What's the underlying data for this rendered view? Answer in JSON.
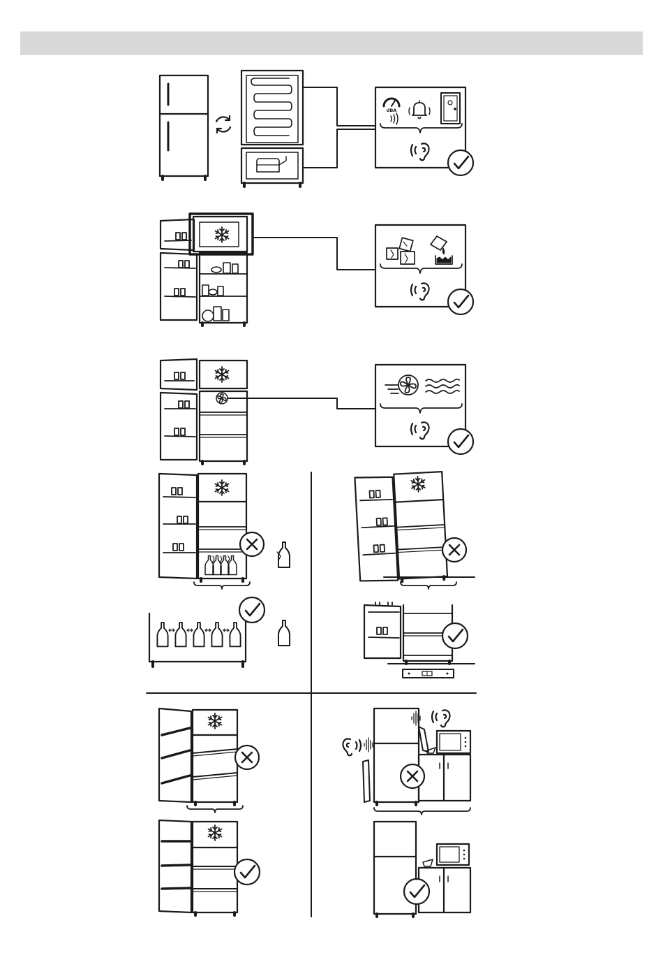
{
  "header": {
    "title": "",
    "bar_color": "#d9d9d9"
  },
  "colors": {
    "ink": "#1a1a1a",
    "paper": "#ffffff"
  },
  "panels": [
    {
      "id": "noise-compressor-panel",
      "icons": [
        "refrigerator-icon",
        "refresh-cycle-icon",
        "cooling-coil-icon",
        "compressor-icon",
        "sound-level-gauge-icon",
        "alarm-bell-icon",
        "appliance-door-icon",
        "ear-icon",
        "check-icon"
      ],
      "gauge_label": "dBA",
      "verdict": "ok"
    },
    {
      "id": "noise-ice-panel",
      "icons": [
        "refrigerator-open-icon",
        "snowflake-icon",
        "ice-cubes-cracking-icon",
        "water-pouring-icon",
        "ear-icon",
        "check-icon"
      ],
      "verdict": "ok"
    },
    {
      "id": "noise-fan-panel",
      "icons": [
        "refrigerator-open-icon",
        "snowflake-icon",
        "fan-icon",
        "airflow-wave-icon",
        "ear-icon",
        "check-icon"
      ],
      "verdict": "ok"
    },
    {
      "id": "bottles-touching-panel",
      "icons": [
        "refrigerator-open-icon",
        "snowflake-icon",
        "bottle-icon",
        "cross-icon"
      ],
      "verdict": "wrong"
    },
    {
      "id": "bottles-spaced-panel",
      "icons": [
        "bottle-icon",
        "spacing-arrow-icon",
        "check-icon"
      ],
      "verdict": "ok"
    },
    {
      "id": "tilted-fridge-panel",
      "icons": [
        "refrigerator-tilted-icon",
        "snowflake-icon",
        "cross-icon"
      ],
      "verdict": "wrong"
    },
    {
      "id": "leveled-fridge-panel",
      "icons": [
        "spirit-level-icon",
        "check-icon"
      ],
      "verdict": "ok"
    },
    {
      "id": "misaligned-shelves-panel",
      "icons": [
        "refrigerator-open-icon",
        "snowflake-icon",
        "cross-icon"
      ],
      "verdict": "wrong"
    },
    {
      "id": "aligned-shelves-panel",
      "icons": [
        "refrigerator-open-icon",
        "snowflake-icon",
        "check-icon"
      ],
      "verdict": "ok"
    },
    {
      "id": "touching-furniture-panel",
      "icons": [
        "refrigerator-icon",
        "microwave-icon",
        "kitchen-cabinet-icon",
        "ear-icon",
        "vibration-icon",
        "cross-icon"
      ],
      "verdict": "wrong"
    },
    {
      "id": "free-standing-panel",
      "icons": [
        "refrigerator-icon",
        "microwave-icon",
        "kitchen-cabinet-icon",
        "check-icon"
      ],
      "verdict": "ok"
    }
  ]
}
